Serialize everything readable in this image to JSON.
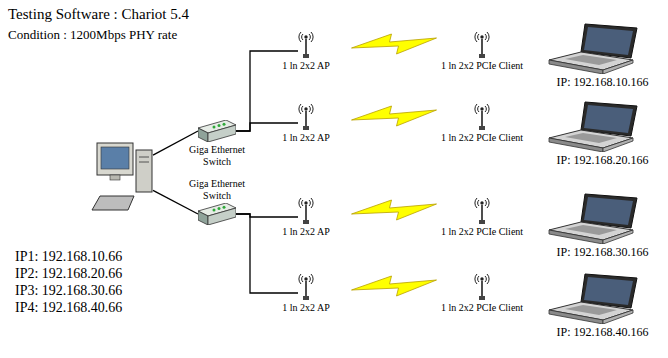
{
  "diagram": {
    "nodes": [
      {
        "text": [
          "IP1: 192.168.10.66",
          "IP2: 192.168.20.66",
          "IP3: 192.168.30.66",
          "IP4: 192.168.40.66"
        ]
      },
      {
        "text": [
          "Giga Ethernet Switch"
        ]
      },
      {
        "text": [
          "Giga Ethernet Switch"
        ]
      },
      {
        "text": [
          "1 ln 2x2 AP"
        ]
      },
      {
        "text": [
          "1 ln 2x2 PCIe Client"
        ]
      },
      {
        "text": [
          "IP: 192.168.10.166"
        ]
      },
      {
        "text": [
          "1 ln 2x2 AP"
        ]
      },
      {
        "text": [
          "1 ln 2x2 PCIe Client"
        ]
      },
      {
        "text": [
          "IP: 192.168.20.166"
        ]
      },
      {
        "text": [
          "1 ln 2x2 AP"
        ]
      },
      {
        "text": [
          "1 ln 2x2 PCIe Client"
        ]
      },
      {
        "text": [
          "IP: 192.168.30.166"
        ]
      },
      {
        "text": [
          "1 ln 2x2 AP"
        ]
      },
      {
        "text": [
          "1 ln 2x2 PCIe Client"
        ]
      },
      {
        "text": [
          "IP: 192.168.40.166"
        ]
      }
    ],
    "edges": [
      {
        "from": 0,
        "to": 1,
        "arrow": "none"
      },
      {
        "from": 0,
        "to": 2,
        "arrow": "none"
      },
      {
        "from": 1,
        "to": 3,
        "arrow": "none"
      },
      {
        "from": 1,
        "to": 6,
        "arrow": "none"
      },
      {
        "from": 2,
        "to": 9,
        "arrow": "none"
      },
      {
        "from": 2,
        "to": 12,
        "arrow": "none"
      },
      {
        "from": 3,
        "to": 4,
        "arrow": "none"
      },
      {
        "from": 6,
        "to": 7,
        "arrow": "none"
      },
      {
        "from": 9,
        "to": 10,
        "arrow": "none"
      },
      {
        "from": 12,
        "to": 13,
        "arrow": "none"
      }
    ],
    "labels": [
      "Testing Software : Chariot 5.4",
      "Condition : 1200Mbps PHY rate"
    ]
  }
}
